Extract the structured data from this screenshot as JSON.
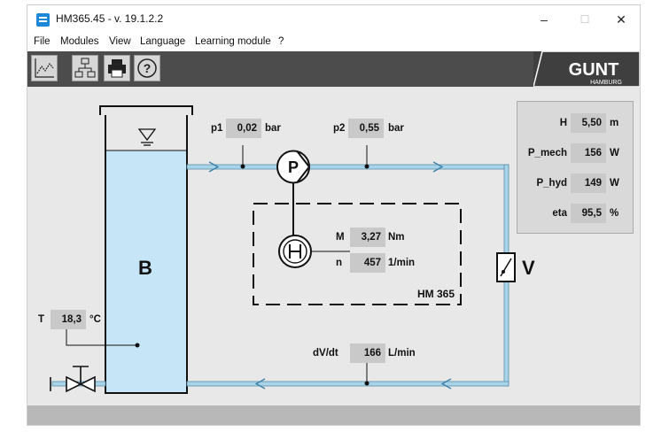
{
  "window": {
    "title": "HM365.45 - v. 19.1.2.2",
    "minimize": "–",
    "maximize": "☐",
    "close": "✕"
  },
  "menu": [
    "File",
    "Modules",
    "View",
    "Language",
    "Learning module",
    "?"
  ],
  "toolbar": {
    "help_glyph": "?"
  },
  "logo": {
    "main": "GUNT",
    "sub": "HAMBURG"
  },
  "diagram": {
    "tank_label": "B",
    "pump_label": "P",
    "valve_label": "V",
    "module_label": "HM 365"
  },
  "sensors": {
    "p1": {
      "label": "p1",
      "value": "0,02",
      "unit": "bar"
    },
    "p2": {
      "label": "p2",
      "value": "0,55",
      "unit": "bar"
    },
    "M": {
      "label": "M",
      "value": "3,27",
      "unit": "Nm"
    },
    "n": {
      "label": "n",
      "value": "457",
      "unit": "1/min"
    },
    "T": {
      "label": "T",
      "value": "18,3",
      "unit": "°C"
    },
    "flow": {
      "label": "dV/dt",
      "value": "166",
      "unit": "L/min"
    }
  },
  "results": [
    {
      "label": "H",
      "value": "5,50",
      "unit": "m"
    },
    {
      "label": "P_mech",
      "value": "156",
      "unit": "W"
    },
    {
      "label": "P_hyd",
      "value": "149",
      "unit": "W"
    },
    {
      "label": "eta",
      "value": "95,5",
      "unit": "%"
    }
  ],
  "colors": {
    "toolbar": "#4c4c4c",
    "water": "#c6e6f7",
    "pipe": "#a8d4ea",
    "canvas": "#e8e8e8"
  }
}
